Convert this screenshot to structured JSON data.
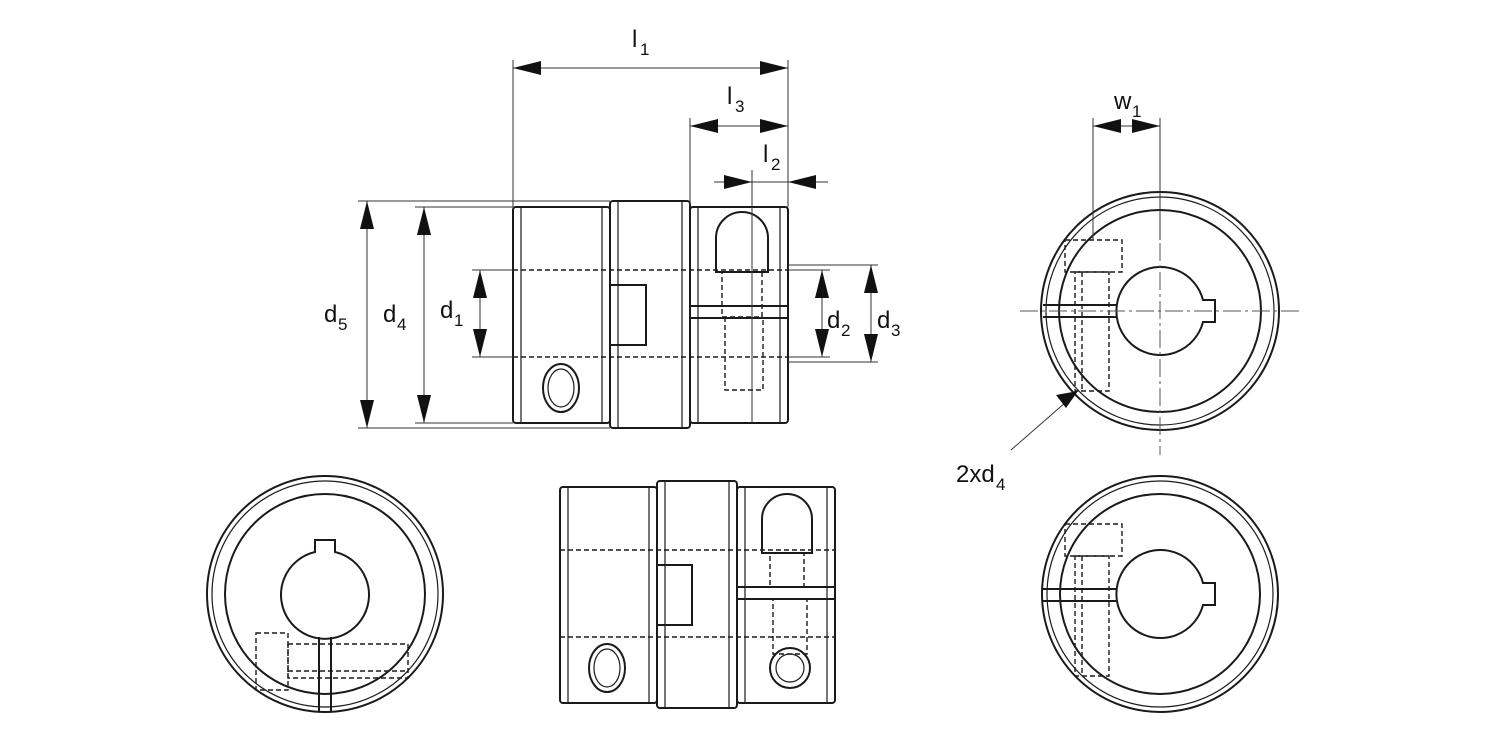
{
  "labels": {
    "l1": {
      "main": "l",
      "sub": "1"
    },
    "l2": {
      "main": "l",
      "sub": "2"
    },
    "l3": {
      "main": "l",
      "sub": "3"
    },
    "w1": {
      "main": "w",
      "sub": "1"
    },
    "d1": {
      "main": "d",
      "sub": "1"
    },
    "d2": {
      "main": "d",
      "sub": "2"
    },
    "d3": {
      "main": "d",
      "sub": "3"
    },
    "d4": {
      "main": "d",
      "sub": "4"
    },
    "d5": {
      "main": "d",
      "sub": "5"
    },
    "screw": {
      "main": "2xd",
      "sub": "4"
    }
  },
  "colors": {
    "line": "#1a1a1a",
    "background": "#ffffff"
  }
}
